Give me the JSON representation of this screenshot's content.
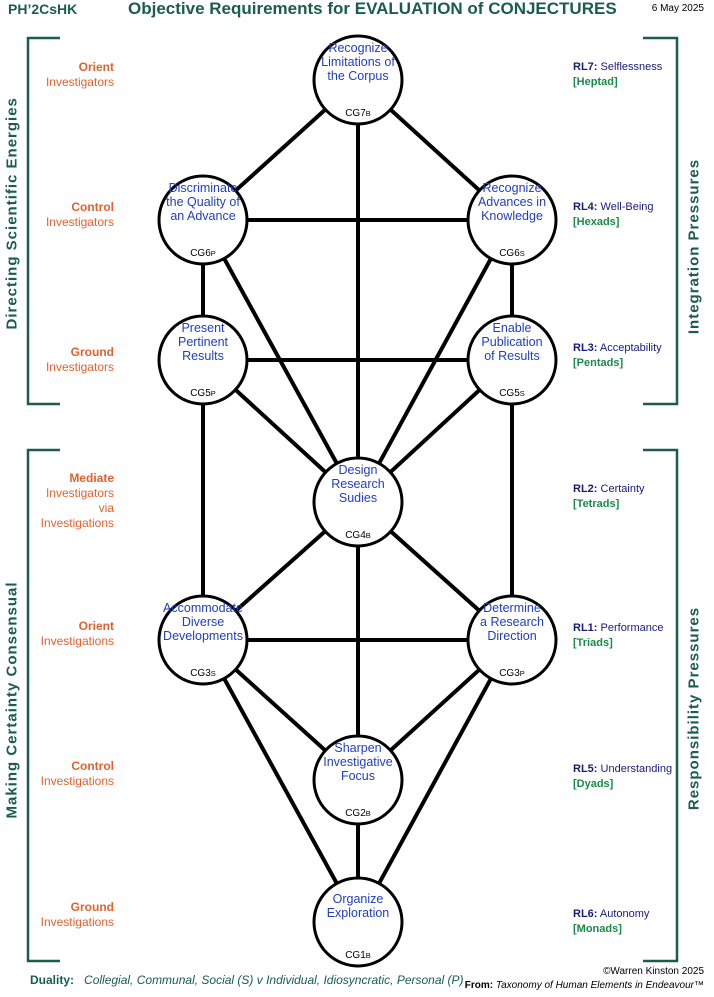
{
  "header": {
    "code": "PH’2CsHK",
    "title": "Objective Requirements for EVALUATION of CONJECTURES",
    "date": "6 May 2025"
  },
  "side_labels": {
    "left_top": "Directing Scientific Energies",
    "left_bottom": "Making Certainty Consensual",
    "right_top": "Integration Pressures",
    "right_bottom": "Responsibility Pressures"
  },
  "left_levels": [
    {
      "kind": "Orient",
      "rest": "Investigators"
    },
    {
      "kind": "Control",
      "rest": "Investigators"
    },
    {
      "kind": "Ground",
      "rest": "Investigators"
    },
    {
      "kind": "Mediate",
      "rest": "Investigators via Investigations"
    },
    {
      "kind": "Orient",
      "rest": "Investigations"
    },
    {
      "kind": "Control",
      "rest": "Investigations"
    },
    {
      "kind": "Ground",
      "rest": "Investigations"
    }
  ],
  "right_levels": [
    {
      "code": "RL7:",
      "name": "Selflessness",
      "group": "[Heptad]"
    },
    {
      "code": "RL4:",
      "name": "Well-Being",
      "group": "[Hexads]"
    },
    {
      "code": "RL3:",
      "name": "Acceptability",
      "group": "[Pentads]"
    },
    {
      "code": "RL2:",
      "name": "Certainty",
      "group": "[Tetrads]"
    },
    {
      "code": "RL1:",
      "name": "Performance",
      "group": "[Triads]"
    },
    {
      "code": "RL5:",
      "name": "Understanding",
      "group": "[Dyads]"
    },
    {
      "code": "RL6:",
      "name": "Autonomy",
      "group": "[Monads]"
    }
  ],
  "nodes": [
    {
      "id": "cg7",
      "lines": [
        "Recognize",
        "Limitations of",
        "the Corpus"
      ],
      "code": "CG7",
      "sub": "B"
    },
    {
      "id": "cg6p",
      "lines": [
        "Discriminate",
        "the Quality of",
        "an Advance"
      ],
      "code": "CG6",
      "sub": "P"
    },
    {
      "id": "cg6s",
      "lines": [
        "Recognize",
        "Advances in",
        "Knowledge"
      ],
      "code": "CG6",
      "sub": "S"
    },
    {
      "id": "cg5p",
      "lines": [
        "Present",
        "Pertinent",
        "Results"
      ],
      "code": "CG5",
      "sub": "P"
    },
    {
      "id": "cg5s",
      "lines": [
        "Enable",
        "Publication",
        "of Results"
      ],
      "code": "CG5",
      "sub": "S"
    },
    {
      "id": "cg4",
      "lines": [
        "Design",
        "Research",
        "Sudies"
      ],
      "code": "CG4",
      "sub": "B"
    },
    {
      "id": "cg3s",
      "lines": [
        "Accommodate",
        "Diverse",
        "Developments"
      ],
      "code": "CG3",
      "sub": "S"
    },
    {
      "id": "cg3p",
      "lines": [
        "Determine",
        "a Research",
        "Direction"
      ],
      "code": "CG3",
      "sub": "P"
    },
    {
      "id": "cg2",
      "lines": [
        "Sharpen",
        "Investigative",
        "Focus"
      ],
      "code": "CG2",
      "sub": "B"
    },
    {
      "id": "cg1",
      "lines": [
        "Organize",
        "Exploration"
      ],
      "code": "CG1",
      "sub": "B"
    }
  ],
  "edges": [
    [
      "cg7",
      "cg6p"
    ],
    [
      "cg7",
      "cg6s"
    ],
    [
      "cg7",
      "cg4"
    ],
    [
      "cg6p",
      "cg6s"
    ],
    [
      "cg6p",
      "cg5p"
    ],
    [
      "cg6p",
      "cg4"
    ],
    [
      "cg6s",
      "cg5s"
    ],
    [
      "cg6s",
      "cg4"
    ],
    [
      "cg5p",
      "cg5s"
    ],
    [
      "cg5p",
      "cg4"
    ],
    [
      "cg5p",
      "cg3s"
    ],
    [
      "cg5s",
      "cg4"
    ],
    [
      "cg5s",
      "cg3p"
    ],
    [
      "cg4",
      "cg3s"
    ],
    [
      "cg4",
      "cg3p"
    ],
    [
      "cg4",
      "cg2"
    ],
    [
      "cg3s",
      "cg3p"
    ],
    [
      "cg3s",
      "cg2"
    ],
    [
      "cg3s",
      "cg1"
    ],
    [
      "cg3p",
      "cg2"
    ],
    [
      "cg3p",
      "cg1"
    ],
    [
      "cg2",
      "cg1"
    ]
  ],
  "footer": {
    "duality_label": "Duality:",
    "duality_text": "Collegial, Communal, Social (S)  v  Individual, Idiosyncratic, Personal (P)",
    "copyright": "©Warren Kinston 2025",
    "from_label": "From:",
    "from_text": "Taxonomy of Human Elements in Endeavour™"
  },
  "colors": {
    "heading": "#1a5d4c",
    "level_label": "#e0622f",
    "node_text": "#1f3fbf",
    "rl_code": "#1a1a7a",
    "rl_group": "#1a8a4a"
  }
}
